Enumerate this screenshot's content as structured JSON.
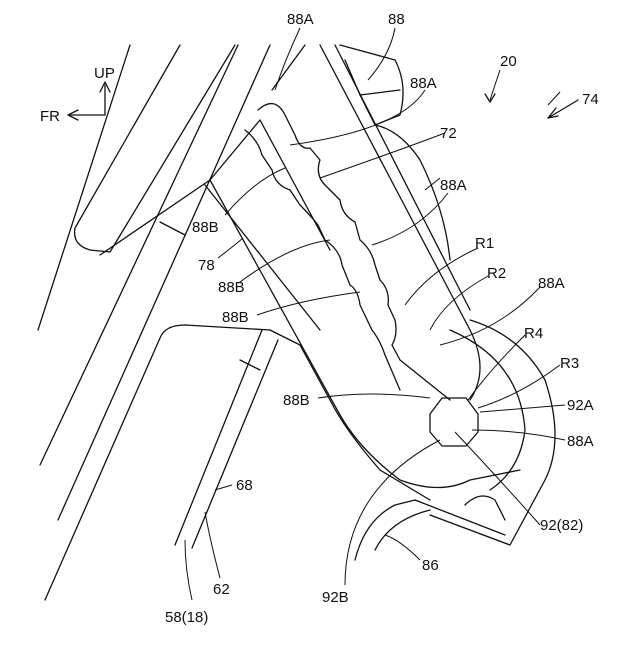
{
  "direction": {
    "up": "UP",
    "front": "FR"
  },
  "labels": {
    "l20": "20",
    "l74": "74",
    "l88": "88",
    "l88A_1": "88A",
    "l88A_2": "88A",
    "l88A_3": "88A",
    "l88A_4": "88A",
    "l88A_5": "88A",
    "l72": "72",
    "l88B_1": "88B",
    "l88B_2": "88B",
    "l88B_3": "88B",
    "l88B_4": "88B",
    "l78": "78",
    "lR1": "R1",
    "lR2": "R2",
    "lR3": "R3",
    "lR4": "R4",
    "l92A": "92A",
    "l92_82": "92(82)",
    "l92B": "92B",
    "l86": "86",
    "l68": "68",
    "l62": "62",
    "l58_18": "58(18)"
  }
}
